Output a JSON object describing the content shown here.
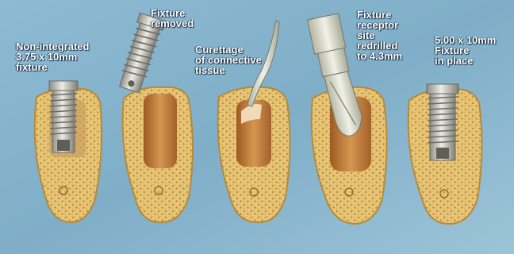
{
  "figure": {
    "panels": [
      {
        "label": "Non-integrated\n3.75 x 10mm\nfixture",
        "step": "non-integrated-fixture"
      },
      {
        "label": "Fixture\nremoved",
        "step": "fixture-removed"
      },
      {
        "label": "Curettage\nof connective\ntissue",
        "step": "curettage"
      },
      {
        "label": "Fixture\nreceptor\nsite\nredrilled\nto 4.3mm",
        "step": "redrilled-site"
      },
      {
        "label": "5.00 x 10mm\nFixture\nin place",
        "step": "new-fixture-in-place"
      }
    ],
    "colors": {
      "background": "#86b4cc",
      "bone": "#e7c977",
      "bone_outline": "#b58a3c",
      "marrow_dots": "#c08a3d",
      "socket": "#b8722f",
      "metal": "#c2c2ba",
      "label_text": "#ffffff"
    }
  }
}
